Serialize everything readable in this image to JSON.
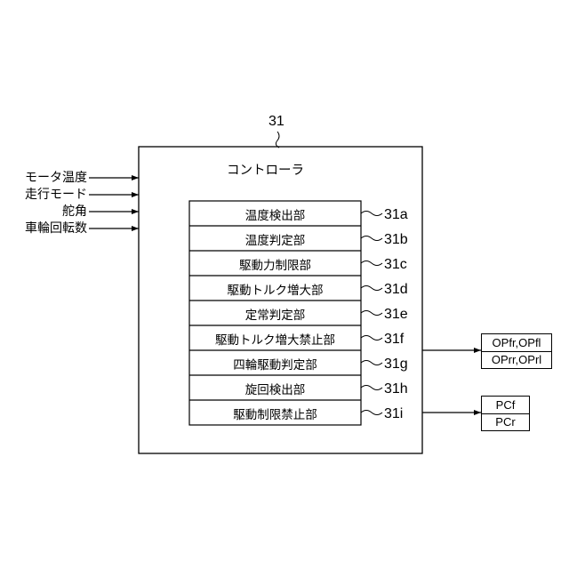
{
  "controller": {
    "ref": "31",
    "title": "コントローラ"
  },
  "inputs": [
    "モータ温度",
    "走行モード",
    "舵角",
    "車輪回転数"
  ],
  "units": [
    {
      "label": "温度検出部",
      "ref": "31a"
    },
    {
      "label": "温度判定部",
      "ref": "31b"
    },
    {
      "label": "駆動力制限部",
      "ref": "31c"
    },
    {
      "label": "駆動トルク増大部",
      "ref": "31d"
    },
    {
      "label": "定常判定部",
      "ref": "31e"
    },
    {
      "label": "駆動トルク増大禁止部",
      "ref": "31f"
    },
    {
      "label": "四輪駆動判定部",
      "ref": "31g"
    },
    {
      "label": "旋回検出部",
      "ref": "31h"
    },
    {
      "label": "駆動制限禁止部",
      "ref": "31i"
    }
  ],
  "outputs": {
    "op": [
      "OPfr,OPfl",
      "OPrr,OPrl"
    ],
    "pc": [
      "PCf",
      "PCr"
    ]
  }
}
